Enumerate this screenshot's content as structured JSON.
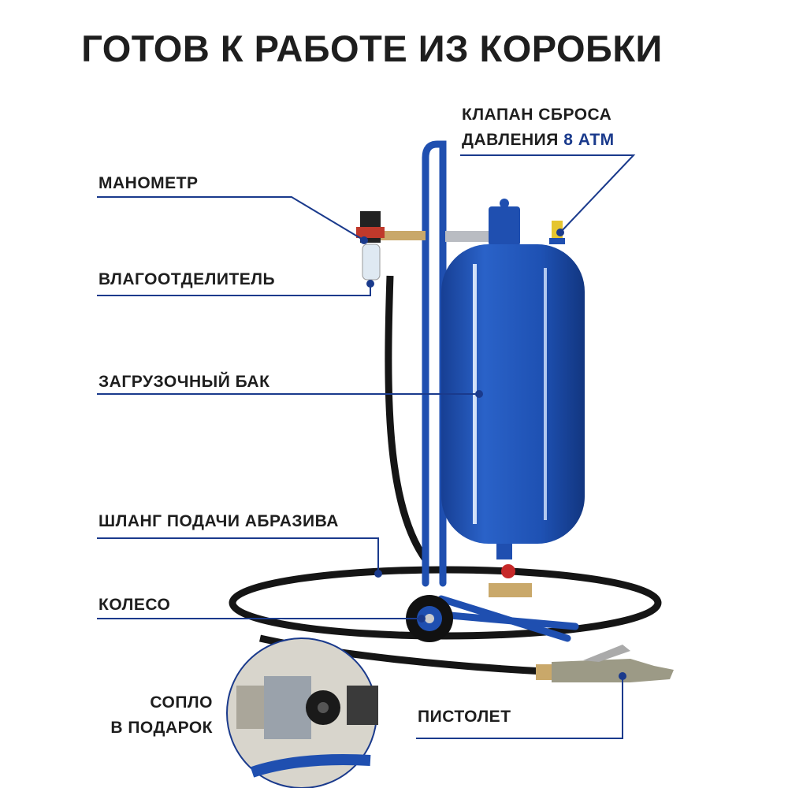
{
  "title": "ГОТОВ К РАБОТЕ ИЗ КОРОБКИ",
  "labels": {
    "valve_line1": "КЛАПАН СБРОСА",
    "valve_line2": "ДАВЛЕНИЯ",
    "valve_value": "8 АТМ",
    "gauge": "МАНОМЕТР",
    "separator": "ВЛАГООТДЕЛИТЕЛЬ",
    "tank": "ЗАГРУЗОЧНЫЙ БАК",
    "hose": "ШЛАНГ ПОДАЧИ АБРАЗИВА",
    "wheel": "КОЛЕСО",
    "nozzle_line1": "СОПЛО",
    "nozzle_line2": "В ПОДАРОК",
    "gun": "ПИСТОЛЕТ"
  },
  "colors": {
    "accent": "#1a3a8c",
    "tank": "#1f4fb0",
    "text": "#1e1e1e"
  }
}
